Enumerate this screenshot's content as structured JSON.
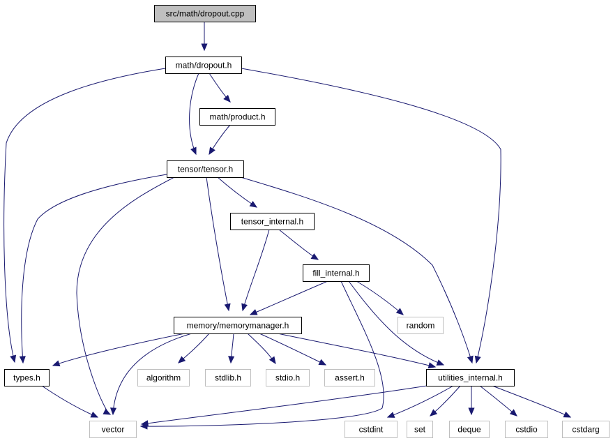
{
  "graph": {
    "nodes": [
      {
        "id": "dropout_cpp",
        "label": "src/math/dropout.cpp",
        "kind": "root"
      },
      {
        "id": "dropout_h",
        "label": "math/dropout.h",
        "kind": "file"
      },
      {
        "id": "product_h",
        "label": "math/product.h",
        "kind": "file"
      },
      {
        "id": "tensor_h",
        "label": "tensor/tensor.h",
        "kind": "file"
      },
      {
        "id": "tensor_internal_h",
        "label": "tensor_internal.h",
        "kind": "file"
      },
      {
        "id": "fill_internal_h",
        "label": "fill_internal.h",
        "kind": "file"
      },
      {
        "id": "random",
        "label": "random",
        "kind": "system"
      },
      {
        "id": "memorymanager_h",
        "label": "memory/memorymanager.h",
        "kind": "file"
      },
      {
        "id": "types_h",
        "label": "types.h",
        "kind": "file"
      },
      {
        "id": "algorithm",
        "label": "algorithm",
        "kind": "system"
      },
      {
        "id": "stdlib_h",
        "label": "stdlib.h",
        "kind": "system"
      },
      {
        "id": "stdio_h",
        "label": "stdio.h",
        "kind": "system"
      },
      {
        "id": "assert_h",
        "label": "assert.h",
        "kind": "system"
      },
      {
        "id": "utilities_internal_h",
        "label": "utilities_internal.h",
        "kind": "file"
      },
      {
        "id": "vector",
        "label": "vector",
        "kind": "system"
      },
      {
        "id": "cstdint",
        "label": "cstdint",
        "kind": "system"
      },
      {
        "id": "set",
        "label": "set",
        "kind": "system"
      },
      {
        "id": "deque",
        "label": "deque",
        "kind": "system"
      },
      {
        "id": "cstdio",
        "label": "cstdio",
        "kind": "system"
      },
      {
        "id": "cstdarg",
        "label": "cstdarg",
        "kind": "system"
      }
    ],
    "edges": [
      {
        "from": "dropout_cpp",
        "to": "dropout_h"
      },
      {
        "from": "dropout_h",
        "to": "types_h"
      },
      {
        "from": "dropout_h",
        "to": "product_h"
      },
      {
        "from": "dropout_h",
        "to": "tensor_h"
      },
      {
        "from": "dropout_h",
        "to": "utilities_internal_h"
      },
      {
        "from": "product_h",
        "to": "tensor_h"
      },
      {
        "from": "tensor_h",
        "to": "types_h"
      },
      {
        "from": "tensor_h",
        "to": "vector"
      },
      {
        "from": "tensor_h",
        "to": "memorymanager_h"
      },
      {
        "from": "tensor_h",
        "to": "tensor_internal_h"
      },
      {
        "from": "tensor_h",
        "to": "utilities_internal_h"
      },
      {
        "from": "tensor_internal_h",
        "to": "memorymanager_h"
      },
      {
        "from": "tensor_internal_h",
        "to": "fill_internal_h"
      },
      {
        "from": "fill_internal_h",
        "to": "memorymanager_h"
      },
      {
        "from": "fill_internal_h",
        "to": "random"
      },
      {
        "from": "fill_internal_h",
        "to": "utilities_internal_h"
      },
      {
        "from": "fill_internal_h",
        "to": "vector"
      },
      {
        "from": "memorymanager_h",
        "to": "types_h"
      },
      {
        "from": "memorymanager_h",
        "to": "vector"
      },
      {
        "from": "memorymanager_h",
        "to": "algorithm"
      },
      {
        "from": "memorymanager_h",
        "to": "stdlib_h"
      },
      {
        "from": "memorymanager_h",
        "to": "stdio_h"
      },
      {
        "from": "memorymanager_h",
        "to": "assert_h"
      },
      {
        "from": "memorymanager_h",
        "to": "utilities_internal_h"
      },
      {
        "from": "types_h",
        "to": "vector"
      },
      {
        "from": "utilities_internal_h",
        "to": "vector"
      },
      {
        "from": "utilities_internal_h",
        "to": "cstdint"
      },
      {
        "from": "utilities_internal_h",
        "to": "set"
      },
      {
        "from": "utilities_internal_h",
        "to": "deque"
      },
      {
        "from": "utilities_internal_h",
        "to": "cstdio"
      },
      {
        "from": "utilities_internal_h",
        "to": "cstdarg"
      }
    ]
  },
  "colors": {
    "edge": "#191970",
    "root_fill": "#bfbfbf",
    "system_border": "#bfbfbf",
    "file_border": "#000000"
  }
}
